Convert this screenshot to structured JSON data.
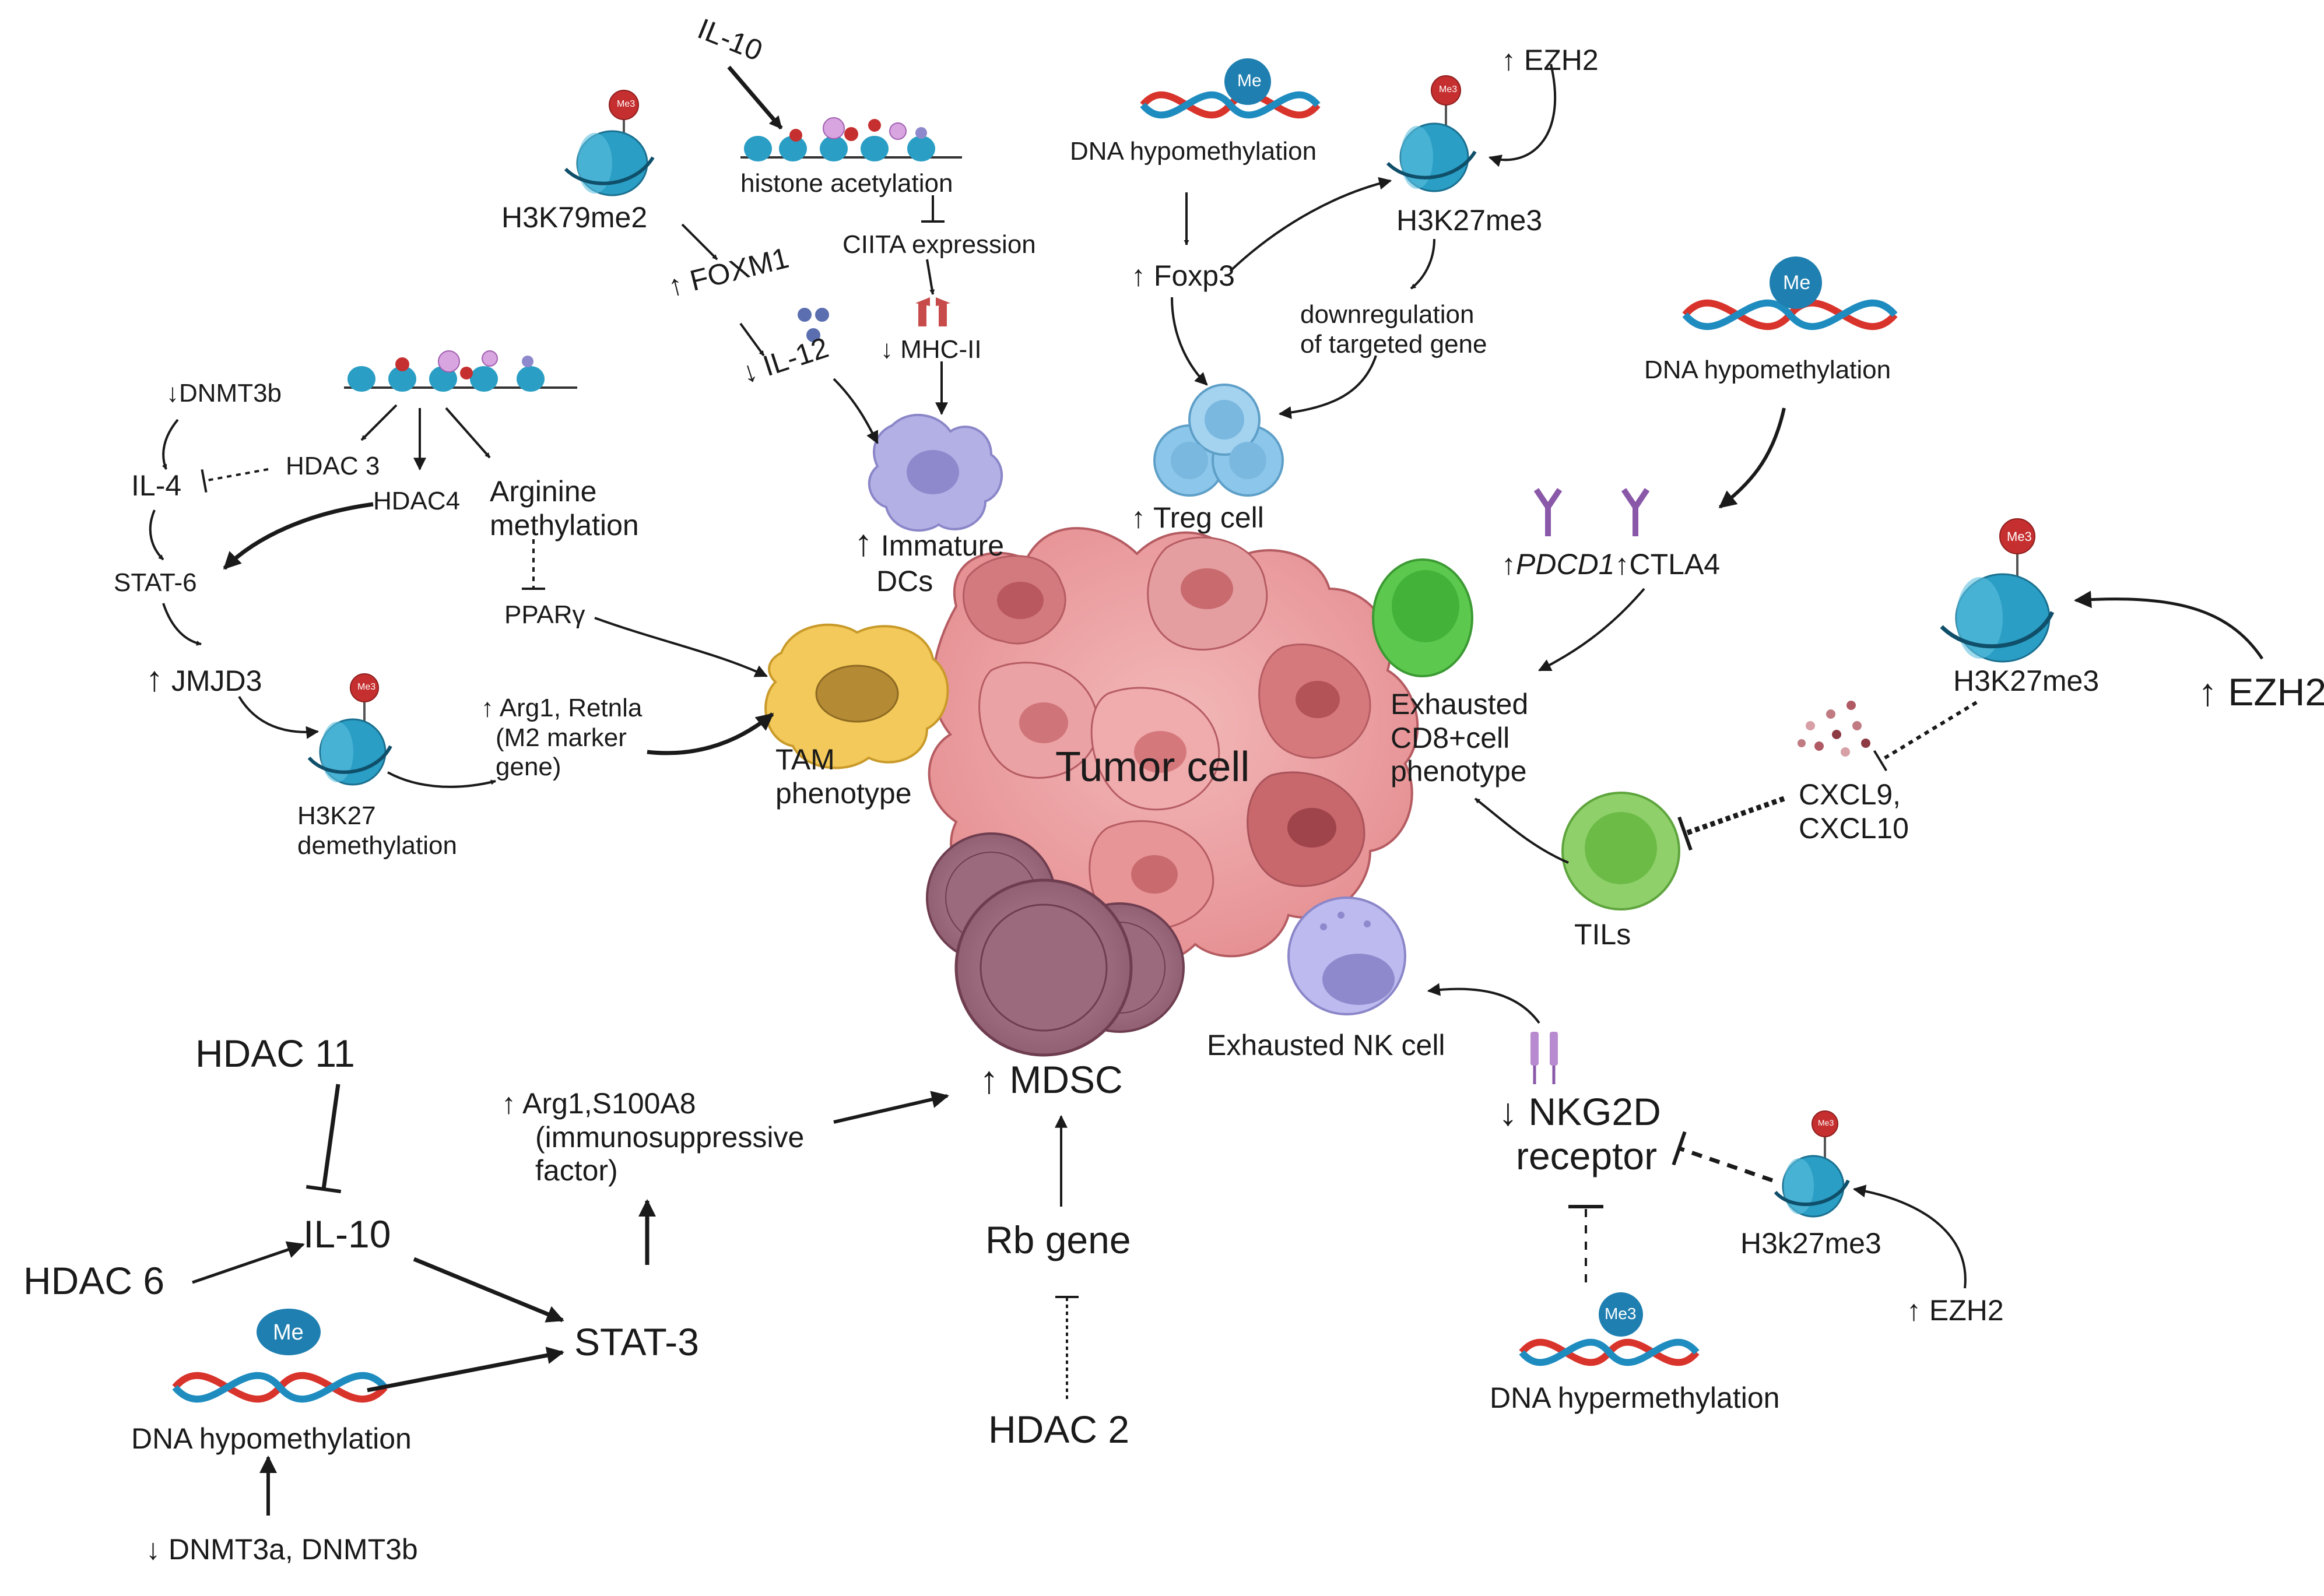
{
  "labels": {
    "il10_top": "IL-10",
    "histone_acetylation": "histone acetylation",
    "ciita_expression": "CIITA expression",
    "h3k79me2": "H3K79me2",
    "foxm1": "FOXM1",
    "il12": "IL-12",
    "mhc2": "MHC-II",
    "immature_dcs_1": "Immature",
    "immature_dcs_2": "DCs",
    "dna_hypomethylation_top": "DNA hypomethylation",
    "foxp3": "Foxp3",
    "h3k27me3_top": "H3K27me3",
    "ezh2_top": "EZH2",
    "downregulation_1": "downregulation",
    "downregulation_2": "of targeted gene",
    "treg_cell": "Treg cell",
    "dna_hypomethylation_right": "DNA hypomethylation",
    "pdcd1": "PDCD1",
    "ctla4": "CTLA4",
    "exhausted_cd8_1": "Exhausted",
    "exhausted_cd8_2": "CD8+cell",
    "exhausted_cd8_3": "phenotype",
    "h3k27me3_right": "H3K27me3",
    "ezh2_right": "EZH2",
    "cxcl9": "CXCL9,",
    "cxcl10": "CXCL10",
    "tils": "TILs",
    "dnmt3b": "DNMT3b",
    "hdac3": "HDAC 3",
    "il4": "IL-4",
    "hdac4": "HDAC4",
    "arginine_1": "Arginine",
    "arginine_2": "methylation",
    "stat6": "STAT-6",
    "ppar": "PPARγ",
    "jmjd3": "JMJD3",
    "arg1_retnla_1": "Arg1, Retnla",
    "arg1_retnla_2": "(M2 marker",
    "arg1_retnla_3": "gene)",
    "h3k27_demeth_1": "H3K27",
    "h3k27_demeth_2": "demethylation",
    "tam_1": "TAM",
    "tam_2": "phenotype",
    "tumor_cell": "Tumor cell",
    "exhausted_nk": "Exhausted NK cell",
    "mdsc": "MDSC",
    "hdac11": "HDAC 11",
    "il10_bottom": "IL-10",
    "hdac6": "HDAC 6",
    "arg1_s100a8_1": "Arg1,S100A8",
    "arg1_s100a8_2": "(immunosuppressive",
    "arg1_s100a8_3": "factor)",
    "stat3": "STAT-3",
    "dna_hypomethylation_bottom": "DNA hypomethylation",
    "dnmt3a_dnmt3b": "DNMT3a, DNMT3b",
    "rb_gene": "Rb gene",
    "hdac2": "HDAC 2",
    "nkg2d_1": "NKG2D",
    "nkg2d_2": "receptor",
    "dna_hypermethylation": "DNA hypermethylation",
    "h3k27me3_lower": "H3k27me3",
    "ezh2_lower": "EZH2",
    "me": "Me",
    "me3": "Me3"
  },
  "glyphs": {
    "up": "↑",
    "down": "↓"
  },
  "colors": {
    "tumor": "#e89a9c",
    "tumor_dark": "#c86a6e",
    "nucleosome": "#2a9ec4",
    "methyl_mark": "#c62f2f",
    "dna_red": "#d8342c",
    "dna_blue": "#1f8cc0",
    "tam": "#f2c95a",
    "treg": "#8cc6ea",
    "cd8": "#5cc94e",
    "til": "#8fd06a",
    "nk": "#a9a7e0",
    "dc": "#b3b0e6",
    "mdsc": "#a4707f",
    "receptor": "#8a58a8"
  }
}
